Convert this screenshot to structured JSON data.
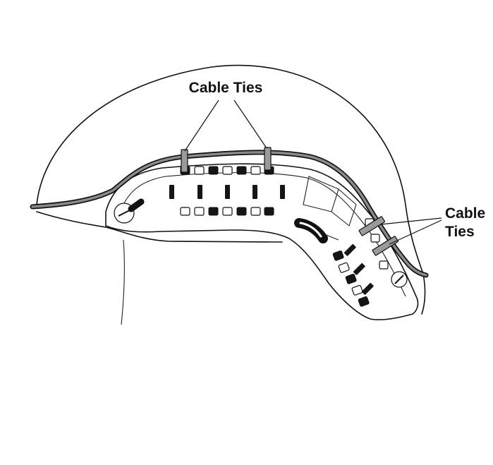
{
  "labels": {
    "top": "Cable Ties",
    "side_line1": "Cable",
    "side_line2": "Ties"
  },
  "colors": {
    "line": "#111111",
    "cable": "#8a8a8a",
    "tie": "#9a9a9a",
    "background": "#ffffff"
  }
}
